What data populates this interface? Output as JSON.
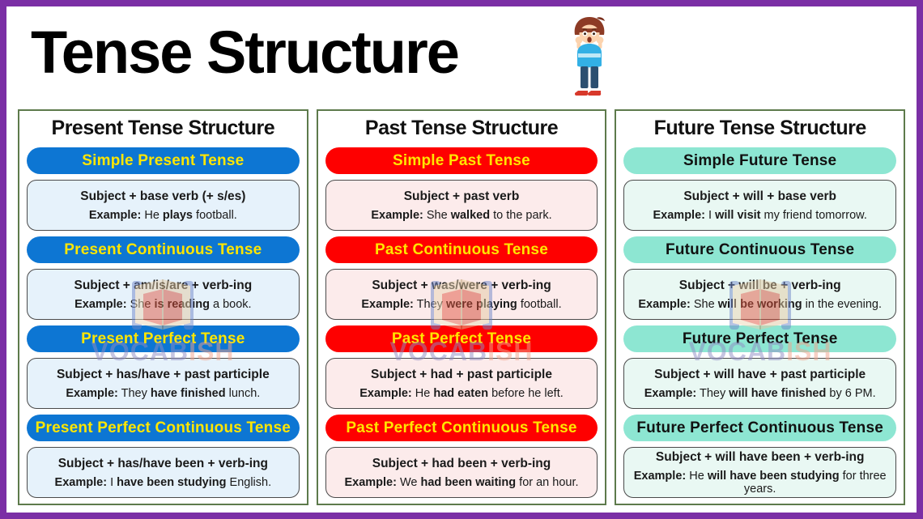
{
  "page": {
    "title": "Tense Structure"
  },
  "colors": {
    "frame_border": "#7b2fa5",
    "column_border": "#5d7a4b",
    "box_border": "#4a4a4a",
    "watermark_primary": "#8f8cc4",
    "watermark_secondary": "#f2a38b"
  },
  "watermark": {
    "text_primary": "VOCAB",
    "text_secondary": "ISH"
  },
  "columns": [
    {
      "header": "Present Tense Structure",
      "colors": {
        "pill_bg": "#0d76d3",
        "pill_text": "#ffe600",
        "box_bg": "#e6f2fb"
      },
      "sections": [
        {
          "tense": "Simple Present Tense",
          "structure": "Subject + base verb (+ s/es)",
          "example_label": "Example:",
          "example_pre": "He",
          "example_bold": "plays",
          "example_post": "football."
        },
        {
          "tense": "Present Continuous Tense",
          "structure": "Subject + am/is/are + verb-ing",
          "example_label": "Example:",
          "example_pre": "She",
          "example_bold": "is reading",
          "example_post": "a book."
        },
        {
          "tense": "Present Perfect Tense",
          "structure": "Subject + has/have + past participle",
          "example_label": "Example:",
          "example_pre": "They",
          "example_bold": "have finished",
          "example_post": "lunch."
        },
        {
          "tense": "Present Perfect Continuous Tense",
          "structure": "Subject + has/have been + verb-ing",
          "example_label": "Example:",
          "example_pre": "I",
          "example_bold": "have been studying",
          "example_post": "English."
        }
      ]
    },
    {
      "header": "Past Tense Structure",
      "colors": {
        "pill_bg": "#fe0000",
        "pill_text": "#ffe600",
        "box_bg": "#fcebeb"
      },
      "sections": [
        {
          "tense": "Simple Past Tense",
          "structure": "Subject + past verb",
          "example_label": "Example:",
          "example_pre": "She",
          "example_bold": "walked",
          "example_post": "to the park."
        },
        {
          "tense": "Past Continuous Tense",
          "structure": "Subject + was/were + verb-ing",
          "example_label": "Example:",
          "example_pre": "They",
          "example_bold": "were playing",
          "example_post": "football."
        },
        {
          "tense": "Past Perfect Tense",
          "structure": "Subject + had + past participle",
          "example_label": "Example:",
          "example_pre": "He",
          "example_bold": "had eaten",
          "example_post": "before he left."
        },
        {
          "tense": "Past Perfect Continuous Tense",
          "structure": "Subject + had been + verb-ing",
          "example_label": "Example:",
          "example_pre": "We",
          "example_bold": "had been waiting",
          "example_post": "for an hour."
        }
      ]
    },
    {
      "header": "Future Tense Structure",
      "colors": {
        "pill_bg": "#8de6d2",
        "pill_text": "#111111",
        "box_bg": "#e9f8f3"
      },
      "sections": [
        {
          "tense": "Simple Future Tense",
          "structure": "Subject + will + base verb",
          "example_label": "Example:",
          "example_pre": "I",
          "example_bold": "will visit",
          "example_post": "my friend tomorrow."
        },
        {
          "tense": "Future Continuous Tense",
          "structure": "Subject + will be + verb-ing",
          "example_label": "Example:",
          "example_pre": "She",
          "example_bold": "will be working",
          "example_post": "in the evening."
        },
        {
          "tense": "Future Perfect Tense",
          "structure": "Subject + will have + past participle",
          "example_label": "Example:",
          "example_pre": "They",
          "example_bold": "will have finished",
          "example_post": "by 6 PM."
        },
        {
          "tense": "Future Perfect Continuous Tense",
          "structure": "Subject + will have been + verb-ing",
          "example_label": "Example:",
          "example_pre": "He",
          "example_bold": "will have been studying",
          "example_post": "for three years."
        }
      ]
    }
  ]
}
